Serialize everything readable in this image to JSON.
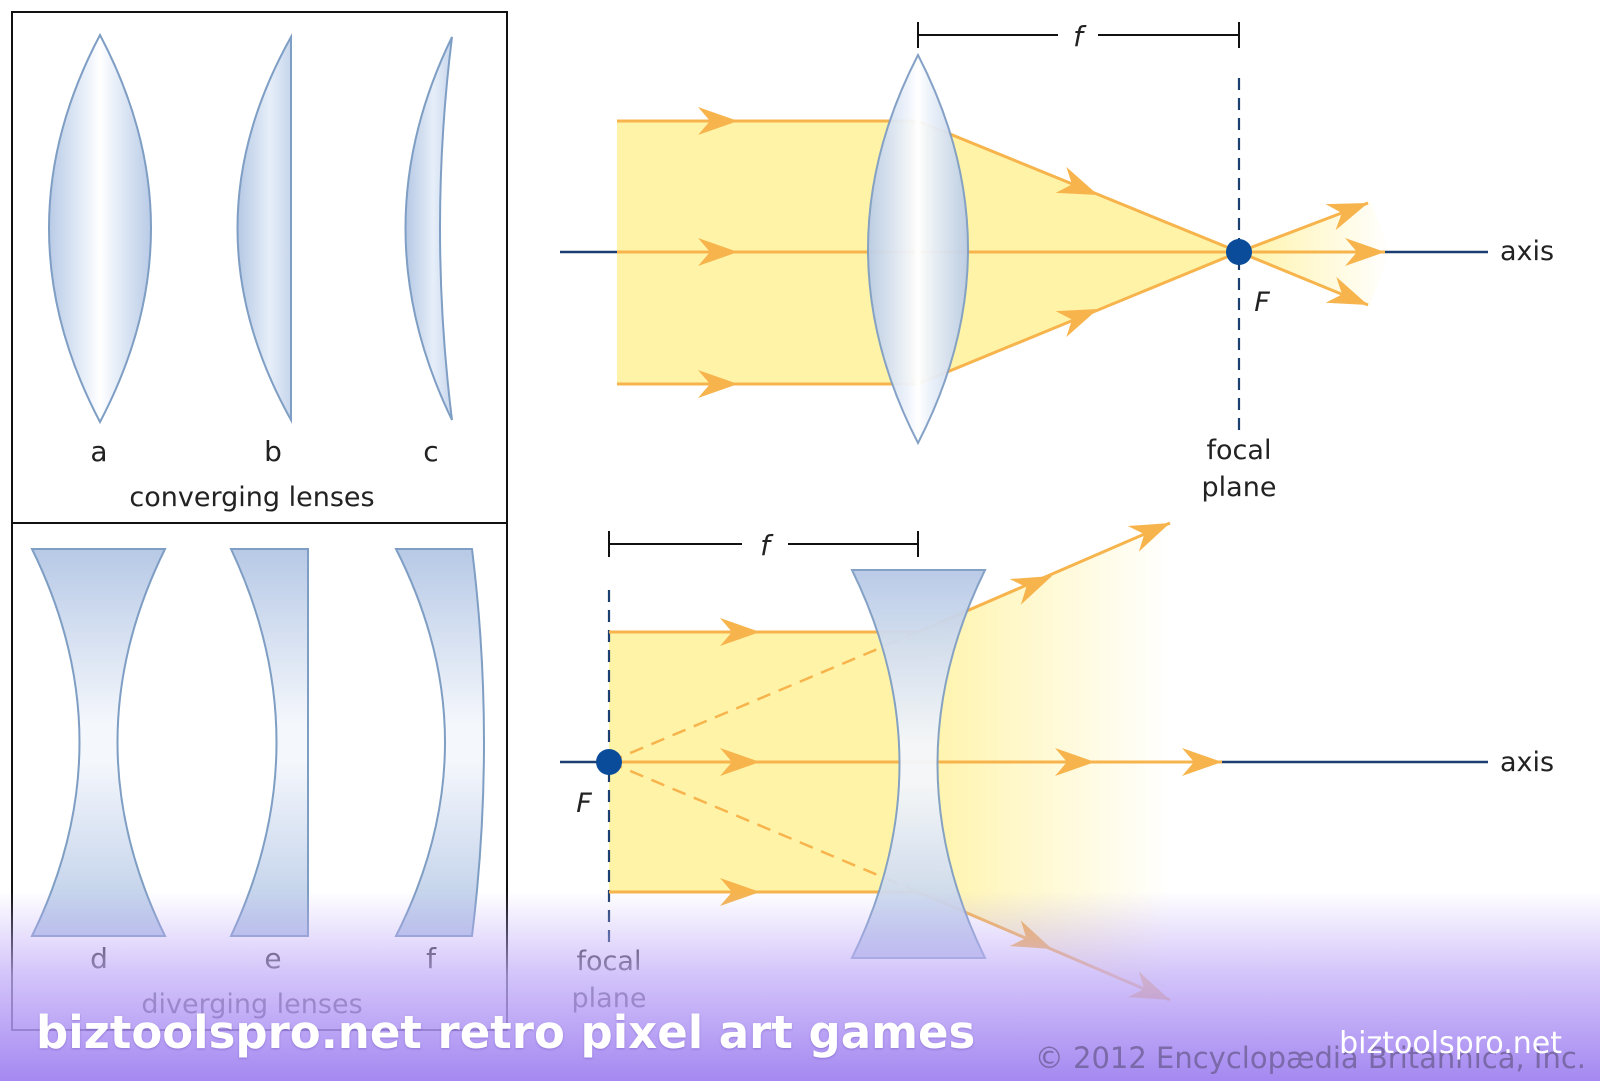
{
  "diagram": {
    "converging": {
      "labels": [
        "a",
        "b",
        "c"
      ],
      "caption": "converging lenses"
    },
    "diverging": {
      "labels": [
        "d",
        "e",
        "f"
      ],
      "caption": "diverging lenses"
    },
    "top": {
      "focal_length_label": "f",
      "focal_point_label": "F",
      "axis_label": "axis",
      "focal_plane_line1": "focal",
      "focal_plane_line2": "plane"
    },
    "bottom": {
      "focal_length_label": "f",
      "focal_point_label": "F",
      "axis_label": "axis",
      "focal_plane_line1": "focal",
      "focal_plane_line2": "plane"
    },
    "colors": {
      "light_beam": "#fff3a8",
      "ray": "#f7b44c",
      "axis": "#1b3f70",
      "focal_point": "#0a4c9a",
      "lens_edge": "#7f9ec4"
    }
  },
  "copyright": "© 2012 Encyclopædia Britannica, Inc.",
  "banner": {
    "text": "biztoolspro.net retro pixel art games",
    "domain": "biztoolspro.net"
  }
}
